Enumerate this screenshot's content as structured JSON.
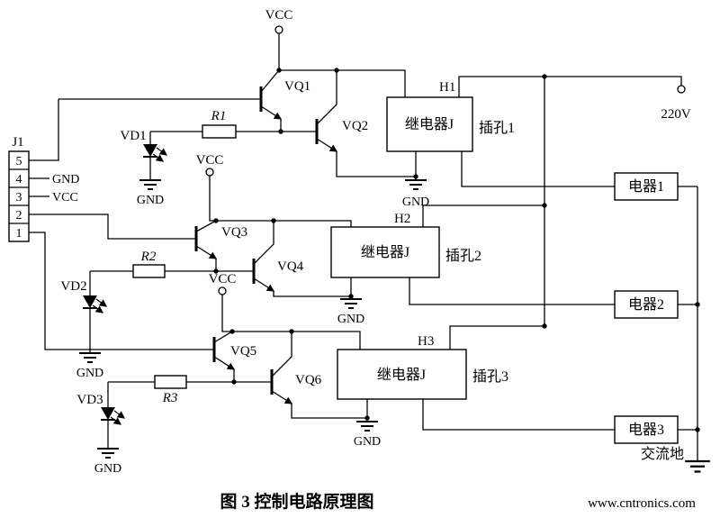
{
  "figure": {
    "caption": "图 3  控制电路原理图"
  },
  "watermark": {
    "text": "www.cntronics.com",
    "color": "#8dc63f"
  },
  "power": {
    "vcc1": "VCC",
    "vcc2": "VCC",
    "vcc3": "VCC",
    "mains": "220V",
    "ac_ground": "交流地"
  },
  "connector": {
    "label": "J1",
    "pins": [
      "5",
      "4",
      "3",
      "2",
      "1"
    ],
    "gnd_label": "GND",
    "vcc_label": "VCC"
  },
  "stages": [
    {
      "q1": "VQ1",
      "q2": "VQ2",
      "r": "R1",
      "led": "VD1",
      "gnd": "GND"
    },
    {
      "q1": "VQ3",
      "q2": "VQ4",
      "r": "R2",
      "led": "VD2",
      "gnd": "GND"
    },
    {
      "q1": "VQ5",
      "q2": "VQ6",
      "r": "R3",
      "led": "VD3",
      "gnd": "GND"
    }
  ],
  "relays": [
    {
      "tag": "H1",
      "name": "继电器J",
      "socket": "插孔1",
      "gnd": "GND"
    },
    {
      "tag": "H2",
      "name": "继电器J",
      "socket": "插孔2",
      "gnd": "GND"
    },
    {
      "tag": "H3",
      "name": "继电器J",
      "socket": "插孔3",
      "gnd": "GND"
    }
  ],
  "appliances": [
    {
      "label": "电器1"
    },
    {
      "label": "电器2"
    },
    {
      "label": "电器3"
    }
  ]
}
